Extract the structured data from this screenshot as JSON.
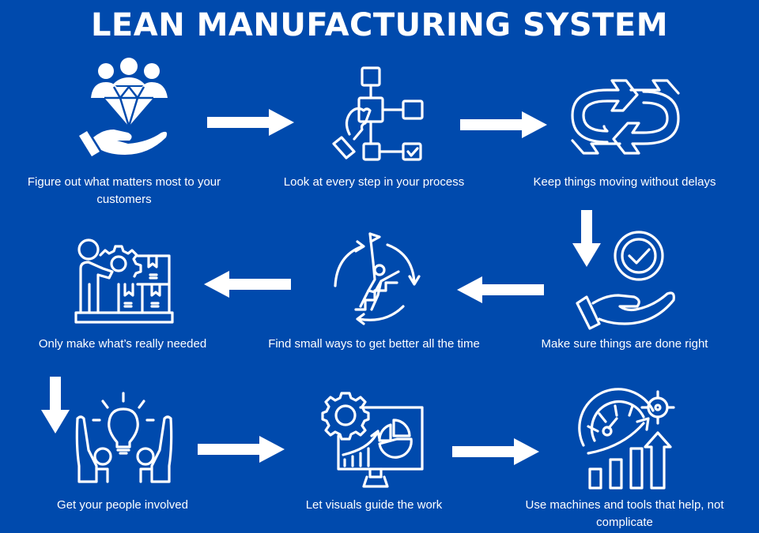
{
  "title": "LEAN MANUFACTURING SYSTEM",
  "colors": {
    "background": "#004aad",
    "foreground": "#ffffff"
  },
  "steps": [
    {
      "label": "Figure out what matters most to your customers",
      "icon": "customers-diamond-hand-icon"
    },
    {
      "label": "Look at every step in your process",
      "icon": "process-flowchart-hand-icon"
    },
    {
      "label": "Keep things moving without delays",
      "icon": "continuous-flow-arrows-icon"
    },
    {
      "label": "Make sure things are done right",
      "icon": "quality-check-hand-icon"
    },
    {
      "label": "Find small ways to get better all the time",
      "icon": "continuous-improvement-climber-icon"
    },
    {
      "label": "Only make what’s really needed",
      "icon": "worker-gear-boxes-icon"
    },
    {
      "label": "Get your people involved",
      "icon": "people-lightbulb-icon"
    },
    {
      "label": "Let visuals guide the work",
      "icon": "monitor-charts-gear-icon"
    },
    {
      "label": "Use machines and tools that help, not complicate",
      "icon": "gauge-growth-target-icon"
    }
  ],
  "arrows": [
    {
      "direction": "right",
      "from": 1,
      "to": 2
    },
    {
      "direction": "right",
      "from": 2,
      "to": 3
    },
    {
      "direction": "down",
      "from": 3,
      "to": 4
    },
    {
      "direction": "left",
      "from": 4,
      "to": 5
    },
    {
      "direction": "left",
      "from": 5,
      "to": 6
    },
    {
      "direction": "down",
      "from": 6,
      "to": 7
    },
    {
      "direction": "right",
      "from": 7,
      "to": 8
    },
    {
      "direction": "right",
      "from": 8,
      "to": 9
    }
  ]
}
